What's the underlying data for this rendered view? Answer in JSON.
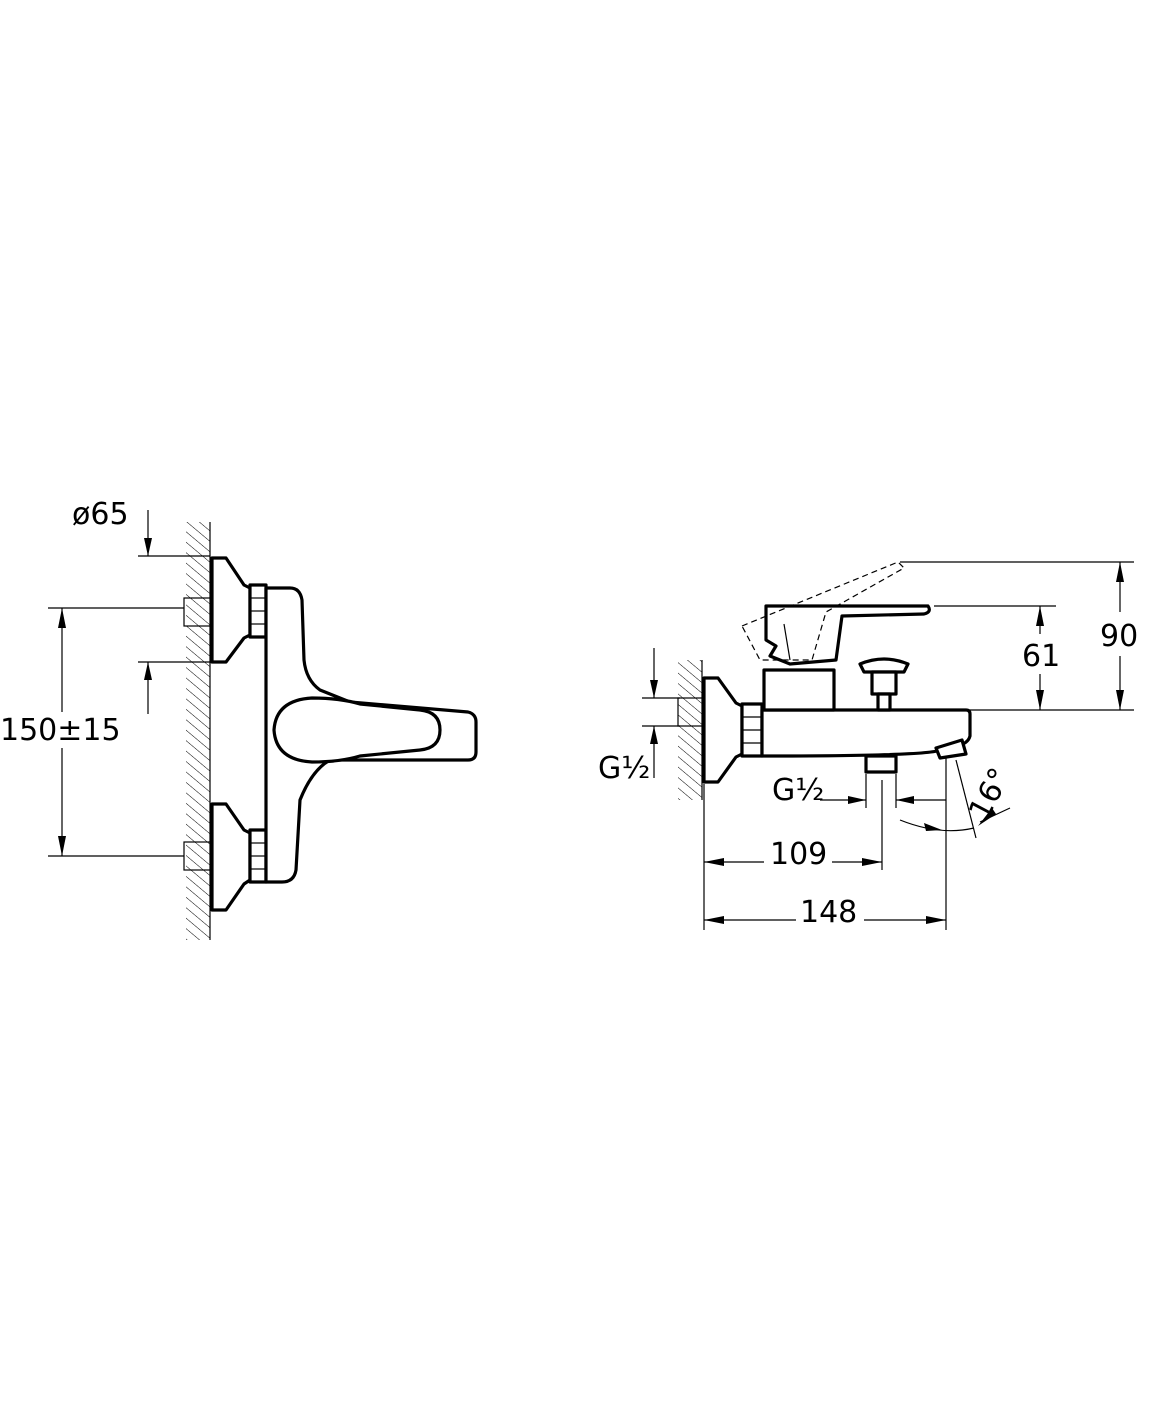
{
  "front_view": {
    "diameter_label": "ø65",
    "center_distance_label": "150±15"
  },
  "side_view": {
    "height_label": "90",
    "lever_height_label": "61",
    "inlet_thread_label": "G½",
    "outlet_thread_label": "G½",
    "spout_angle_label": "16°",
    "projection_to_outlet_label": "109",
    "total_projection_label": "148"
  }
}
